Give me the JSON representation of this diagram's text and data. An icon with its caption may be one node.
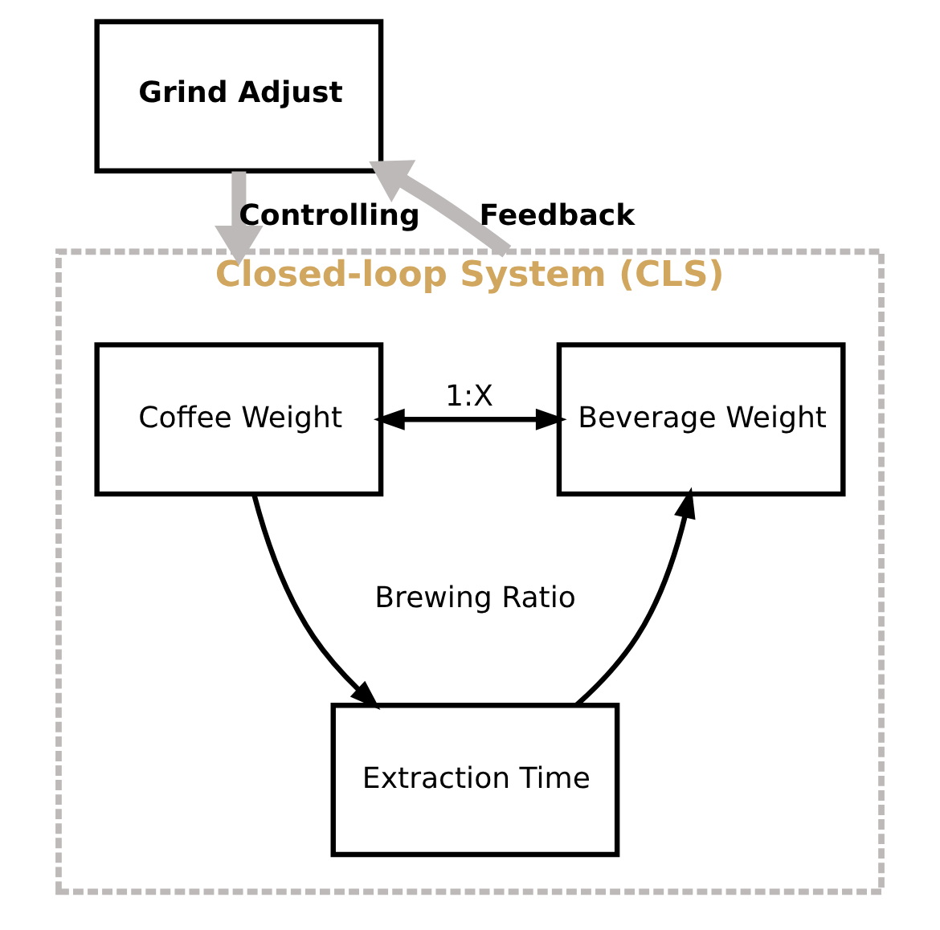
{
  "diagram": {
    "nodes": [
      {
        "text": [
          "Grind Adjust"
        ]
      },
      {
        "text": [
          "Closed-loop System (CLS)"
        ]
      },
      {
        "text": [
          "Coffee Weight"
        ],
        "in": 1
      },
      {
        "text": [
          "Beverage Weight"
        ],
        "in": 1
      },
      {
        "text": [
          "Extraction Time"
        ],
        "in": 1
      }
    ],
    "edges": [
      {
        "from": 0,
        "to": 1,
        "arrow": "to",
        "label": "Controlling",
        "style": "thick",
        "color": "#bdb9b8"
      },
      {
        "from": 1,
        "to": 0,
        "arrow": "to",
        "label": "Feedback",
        "style": "thick",
        "color": "#bdb9b8"
      },
      {
        "from": 2,
        "to": 3,
        "arrow": "both",
        "label": "1:X"
      },
      {
        "from": 2,
        "to": 4,
        "arrow": "to"
      },
      {
        "from": 4,
        "to": 3,
        "arrow": "to"
      }
    ],
    "labels": [
      "Brewing Ratio"
    ]
  }
}
